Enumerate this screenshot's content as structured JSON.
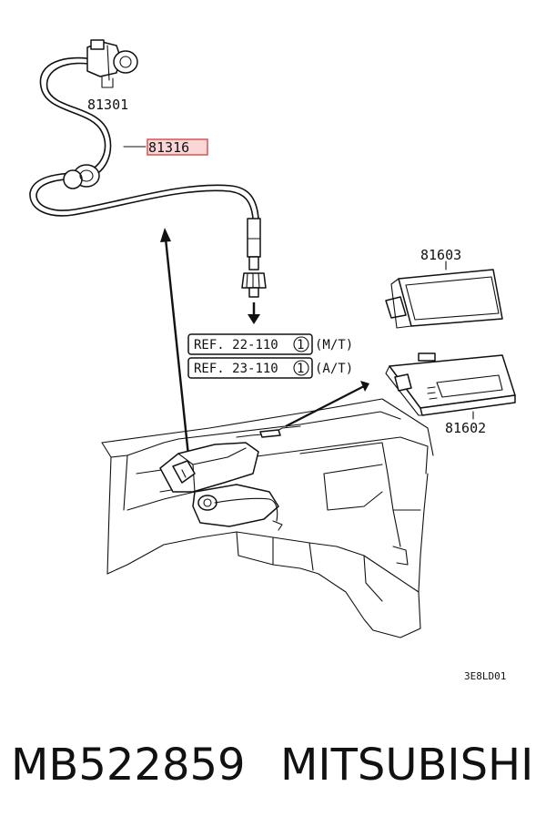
{
  "parts": {
    "cable_connector": "81301",
    "speedometer_cable": "81316",
    "clock_unit": "81603",
    "display_unit": "81602"
  },
  "references": [
    {
      "prefix": "REF.",
      "code": "22-110",
      "circled": "1",
      "variant": "(M/T)"
    },
    {
      "prefix": "REF.",
      "code": "23-110",
      "circled": "1",
      "variant": "(A/T)"
    }
  ],
  "diagram_code": "3E8LD01",
  "footer": {
    "part_number": "MB522859",
    "brand": "MITSUBISHI"
  },
  "colors": {
    "highlight_fill": "#f9d7d7",
    "highlight_stroke": "#e05050",
    "ink": "#111111"
  }
}
